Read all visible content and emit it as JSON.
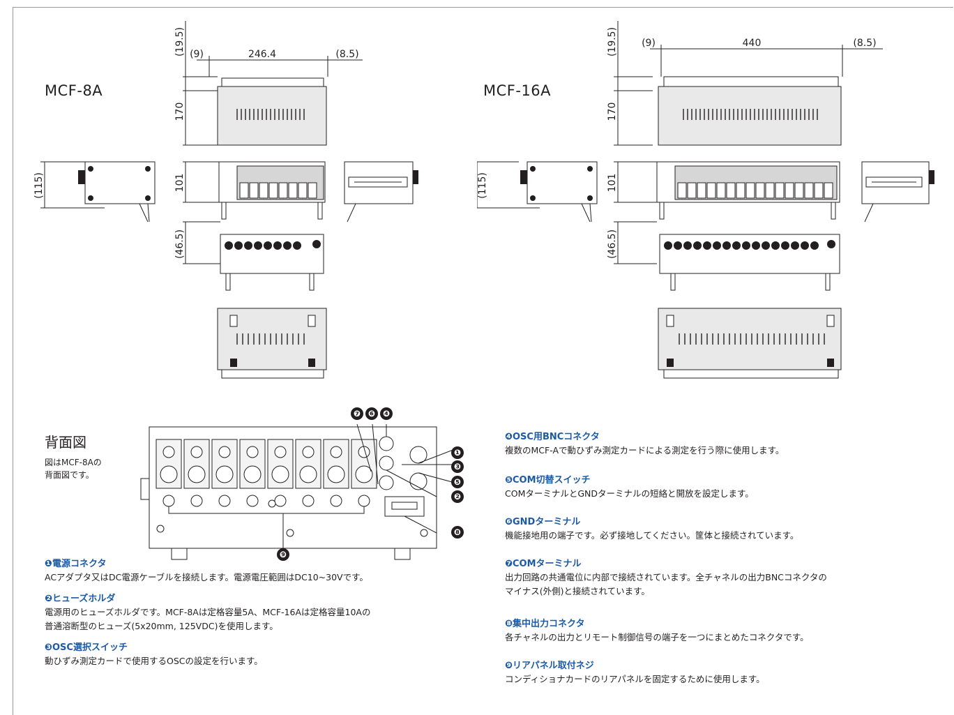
{
  "models": [
    {
      "name": "MCF-8A",
      "dims": {
        "top": "(19.5)",
        "height": "170",
        "left_gap": "(9)",
        "width": "246.4",
        "right_gap": "(8.5)",
        "side": "(115)",
        "depth": "101",
        "foot": "(46.5)"
      }
    },
    {
      "name": "MCF-16A",
      "dims": {
        "top": "(19.5)",
        "height": "170",
        "left_gap": "(9)",
        "width": "440",
        "right_gap": "(8.5)",
        "side": "(115)",
        "depth": "101",
        "foot": "(46.5)"
      }
    }
  ],
  "rear": {
    "title": "背面図",
    "note_line1": "図はMCF-8Aの",
    "note_line2": "背面図です。",
    "callouts": [
      "❶",
      "❷",
      "❸",
      "❹",
      "❺",
      "❻",
      "❼",
      "❽",
      "❾"
    ]
  },
  "items_left": [
    {
      "title": "❶電源コネクタ",
      "lines": [
        "ACアダプタ又はDC電源ケーブルを接続します。電源電圧範囲はDC10~30Vです。"
      ]
    },
    {
      "title": "❷ヒューズホルダ",
      "lines": [
        "電源用のヒューズホルダです。MCF-8Aは定格容量5A、MCF-16Aは定格容量10Aの",
        "普通溶断型のヒューズ(5x20mm, 125VDC)を使用します。"
      ]
    },
    {
      "title": "❸OSC選択スイッチ",
      "lines": [
        "動ひずみ測定カードで使用するOSCの設定を行います。"
      ]
    }
  ],
  "items_right": [
    {
      "title": "❹OSC用BNCコネクタ",
      "lines": [
        "複数のMCF-Aで動ひずみ測定カードによる測定を行う際に使用します。"
      ]
    },
    {
      "title": "❺COM切替スイッチ",
      "lines": [
        "COMターミナルとGNDターミナルの短絡と開放を設定します。"
      ]
    },
    {
      "title": "❻GNDターミナル",
      "lines": [
        "機能接地用の端子です。必ず接地してください。筐体と接続されています。"
      ]
    },
    {
      "title": "❼COMターミナル",
      "lines": [
        "出力回路の共通電位に内部で接続されています。全チャネルの出力BNCコネクタの",
        "マイナス(外側)と接続されています。"
      ]
    },
    {
      "title": "❽集中出力コネクタ",
      "lines": [
        "各チャネルの出力とリモート制御信号の端子を一つにまとめたコネクタです。"
      ]
    },
    {
      "title": "❾リアパネル取付ネジ",
      "lines": [
        "コンディショナカードのリアパネルを固定するために使用します。"
      ]
    }
  ],
  "colors": {
    "accent": "#1b5aa6",
    "ink": "#231f20"
  }
}
